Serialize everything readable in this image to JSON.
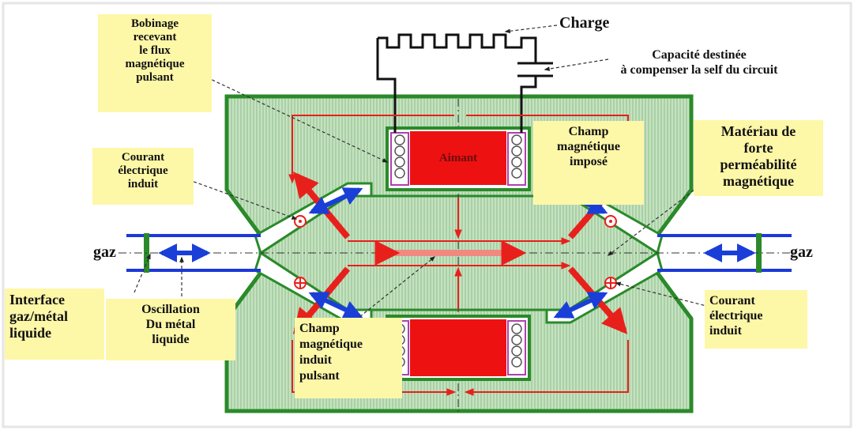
{
  "labels": {
    "charge": "Charge",
    "capacite_line1": "Capacité destinée",
    "capacite_line2": "à compenser la self du circuit",
    "bobinage_lines": [
      "Bobinage",
      "recevant",
      "le flux",
      "magnétique",
      "pulsant"
    ],
    "aimant": "Aimant",
    "champ_impose_lines": [
      "Champ",
      "magnétique",
      "imposé"
    ],
    "materiau_lines": [
      "Matériau de",
      "forte",
      "perméabilité",
      "magnétique"
    ],
    "courant_left_lines": [
      "Courant",
      "électrique",
      "induit"
    ],
    "courant_right_lines": [
      "Courant",
      "électrique",
      "induit"
    ],
    "gaz_left": "gaz",
    "gaz_right": "gaz",
    "interface_lines": [
      "Interface",
      "gaz/métal",
      "liquide"
    ],
    "oscillation_lines": [
      "Oscillation",
      "Du métal",
      "liquide"
    ],
    "champ_induit_lines": [
      "Champ",
      "magnétique",
      "induit",
      "pulsant"
    ]
  },
  "colors": {
    "body_fill": "#b8d8b4",
    "body_stroke": "#2a8a2a",
    "magnet": "#ee1111",
    "field_arrow": "#e8201c",
    "flow_arrow": "#1a3fd8",
    "pipe": "#1c39d8",
    "label_bg": "#fdf7a8"
  }
}
